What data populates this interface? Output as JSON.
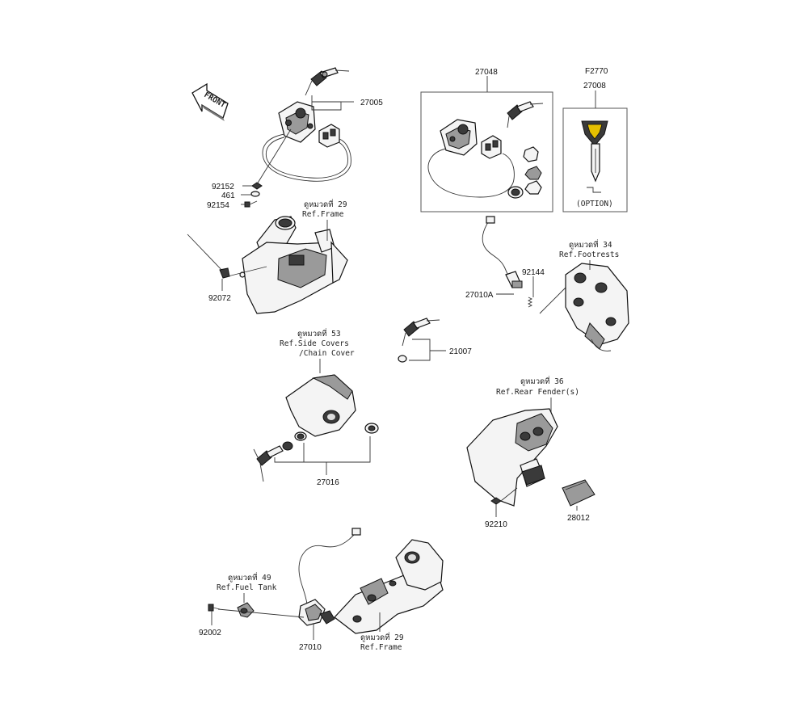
{
  "front_marker": "FRONT",
  "parts": {
    "p27005": "27005",
    "p92152": "92152",
    "p461": "461",
    "p92154": "92154",
    "p92072": "92072",
    "p27048": "27048",
    "pF2770": "F2770",
    "p27008": "27008",
    "option": "(OPTION)",
    "p92144": "92144",
    "p27010A": "27010A",
    "p21007": "21007",
    "p27016": "27016",
    "p92210": "92210",
    "p28012": "28012",
    "p92002": "92002",
    "p27010": "27010"
  },
  "refs": {
    "frame_top": [
      "ดูหมวดที่ 29",
      "Ref.Frame"
    ],
    "footrests": [
      "ดูหมวดที่ 34",
      "Ref.Footrests"
    ],
    "side_covers": [
      "ดูหมวดที่ 53",
      "Ref.Side Covers",
      "/Chain Cover"
    ],
    "rear_fender": [
      "ดูหมวดที่ 36",
      "Ref.Rear Fender(s)"
    ],
    "fuel_tank": [
      "ดูหมวดที่ 49",
      "Ref.Fuel Tank"
    ],
    "frame_bottom": [
      "ดูหมวดที่ 29",
      "Ref.Frame"
    ]
  }
}
